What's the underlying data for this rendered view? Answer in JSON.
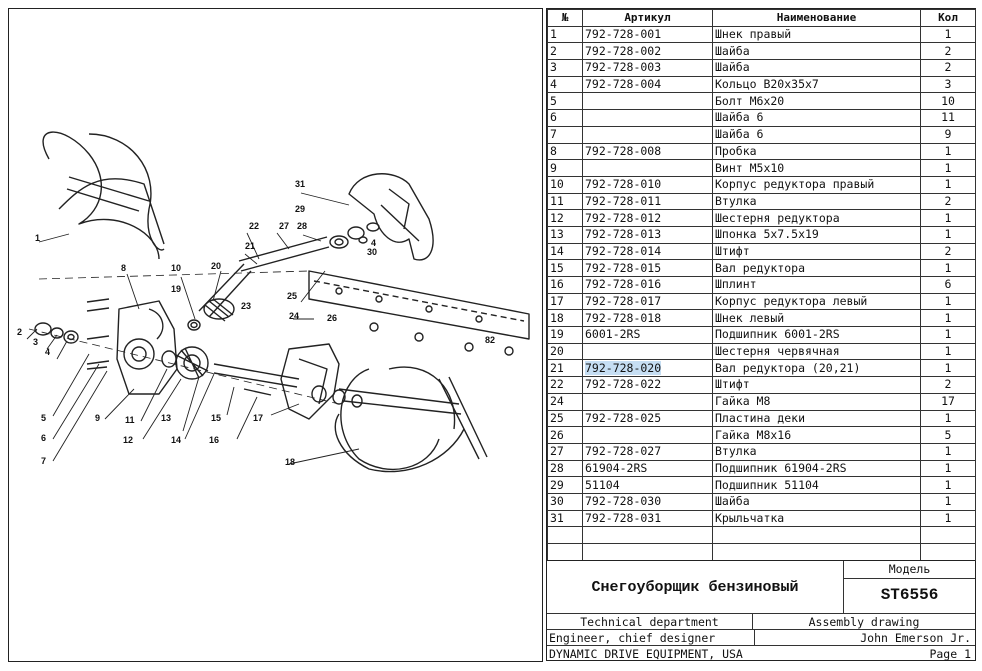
{
  "columns": {
    "num": "№",
    "article": "Артикул",
    "name": "Наименование",
    "qty": "Кол"
  },
  "parts": [
    {
      "num": "1",
      "article": "792-728-001",
      "name": "Шнек правый",
      "qty": "1"
    },
    {
      "num": "2",
      "article": "792-728-002",
      "name": "Шайба",
      "qty": "2"
    },
    {
      "num": "3",
      "article": "792-728-003",
      "name": "Шайба",
      "qty": "2"
    },
    {
      "num": "4",
      "article": "792-728-004",
      "name": "Кольцо B20x35x7",
      "qty": "3"
    },
    {
      "num": "5",
      "article": "",
      "name": "Болт M6x20",
      "qty": "10"
    },
    {
      "num": "6",
      "article": "",
      "name": "Шайба 6",
      "qty": "11"
    },
    {
      "num": "7",
      "article": "",
      "name": "Шайба 6",
      "qty": "9"
    },
    {
      "num": "8",
      "article": "792-728-008",
      "name": "Пробка",
      "qty": "1"
    },
    {
      "num": "9",
      "article": "",
      "name": "Винт M5x10",
      "qty": "1"
    },
    {
      "num": "10",
      "article": "792-728-010",
      "name": "Корпус редуктора правый",
      "qty": "1"
    },
    {
      "num": "11",
      "article": "792-728-011",
      "name": "Втулка",
      "qty": "2"
    },
    {
      "num": "12",
      "article": "792-728-012",
      "name": "Шестерня редуктора",
      "qty": "1"
    },
    {
      "num": "13",
      "article": "792-728-013",
      "name": "Шпонка 5x7.5x19",
      "qty": "1"
    },
    {
      "num": "14",
      "article": "792-728-014",
      "name": "Штифт",
      "qty": "2"
    },
    {
      "num": "15",
      "article": "792-728-015",
      "name": "Вал редуктора",
      "qty": "1"
    },
    {
      "num": "16",
      "article": "792-728-016",
      "name": "Шплинт",
      "qty": "6"
    },
    {
      "num": "17",
      "article": "792-728-017",
      "name": "Корпус редуктора левый",
      "qty": "1"
    },
    {
      "num": "18",
      "article": "792-728-018",
      "name": "Шнек левый",
      "qty": "1"
    },
    {
      "num": "19",
      "article": "6001-2RS",
      "name": "Подшипник 6001-2RS",
      "qty": "1"
    },
    {
      "num": "20",
      "article": "",
      "name": "Шестерня червячная",
      "qty": "1"
    },
    {
      "num": "21",
      "article": "792-728-020",
      "name": "Вал редуктора (20,21)",
      "qty": "1",
      "selected": true
    },
    {
      "num": "22",
      "article": "792-728-022",
      "name": "Штифт",
      "qty": "2"
    },
    {
      "num": "24",
      "article": "",
      "name": "Гайка M8",
      "qty": "17"
    },
    {
      "num": "25",
      "article": "792-728-025",
      "name": "Пластина деки",
      "qty": "1"
    },
    {
      "num": "26",
      "article": "",
      "name": "Гайка M8x16",
      "qty": "5"
    },
    {
      "num": "27",
      "article": "792-728-027",
      "name": "Втулка",
      "qty": "1"
    },
    {
      "num": "28",
      "article": "61904-2RS",
      "name": "Подшипник 61904-2RS",
      "qty": "1"
    },
    {
      "num": "29",
      "article": "51104",
      "name": "Подшипник 51104",
      "qty": "1"
    },
    {
      "num": "30",
      "article": "792-728-030",
      "name": "Шайба",
      "qty": "1"
    },
    {
      "num": "31",
      "article": "792-728-031",
      "name": "Крыльчатка",
      "qty": "1"
    },
    {
      "num": "",
      "article": "",
      "name": "",
      "qty": ""
    },
    {
      "num": "",
      "article": "",
      "name": "",
      "qty": ""
    }
  ],
  "title_block": {
    "product": "Снегоуборщик бензиновый",
    "model_label": "Модель",
    "model": "ST6556",
    "department": "Technical department",
    "drawing_type": "Assembly drawing",
    "role": "Engineer, chief designer",
    "person": "John Emerson Jr.",
    "company": "DYNAMIC DRIVE EQUIPMENT, USA",
    "page": "Page 1"
  },
  "callouts": [
    "1",
    "2",
    "3",
    "4",
    "5",
    "6",
    "7",
    "8",
    "9",
    "10",
    "11",
    "12",
    "13",
    "14",
    "15",
    "16",
    "17",
    "18",
    "19",
    "20",
    "21",
    "22",
    "23",
    "24",
    "25",
    "26",
    "27",
    "28",
    "29",
    "30",
    "31",
    "4",
    "82"
  ],
  "accent_color": "#c6def3"
}
